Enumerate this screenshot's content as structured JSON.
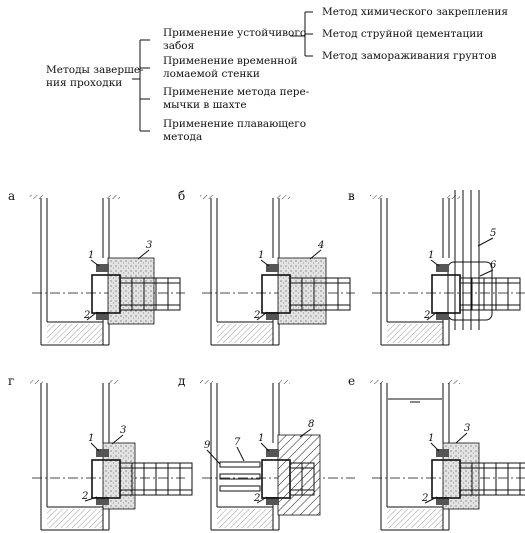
{
  "tree": {
    "root": [
      "Методы заверше-",
      "ния проходки"
    ],
    "branches": [
      [
        "Применение устойчивого",
        "забоя"
      ],
      [
        "Применение временной",
        "ломаемой стенки"
      ],
      [
        "Применение метода пере-",
        "мычки в шахте"
      ],
      [
        "Применение плавающего",
        "метода"
      ]
    ],
    "sub_branches": [
      [
        "Метод химического закрепления"
      ],
      [
        "Метод струйной цементации"
      ],
      [
        "Метод замораживания грунтов"
      ]
    ]
  },
  "panels": [
    {
      "letter": "а",
      "labels": [
        "1",
        "2",
        "3"
      ]
    },
    {
      "letter": "б",
      "labels": [
        "1",
        "2",
        "4"
      ]
    },
    {
      "letter": "в",
      "labels": [
        "1",
        "2",
        "5",
        "6"
      ]
    },
    {
      "letter": "г",
      "labels": [
        "1",
        "2",
        "3"
      ]
    },
    {
      "letter": "д",
      "labels": [
        "9",
        "7",
        "1",
        "8",
        "2"
      ]
    },
    {
      "letter": "е",
      "labels": [
        "1",
        "3",
        "2"
      ]
    }
  ],
  "colors": {
    "ink": "#111111",
    "fill_gray": "#d9d9d9",
    "paper": "#ffffff"
  }
}
